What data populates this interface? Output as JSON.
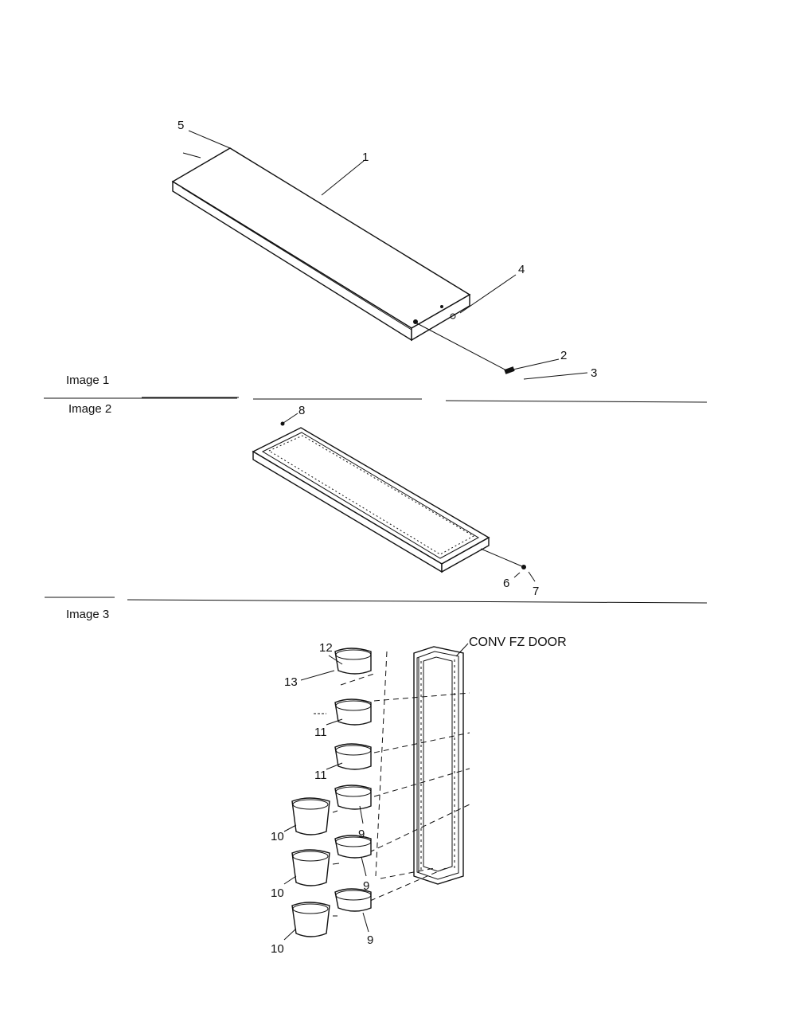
{
  "sections": {
    "image1": "Image 1",
    "image2": "Image 2",
    "image3": "Image 3"
  },
  "parts": {
    "p1": "1",
    "p2": "2",
    "p3": "3",
    "p4": "4",
    "p5": "5",
    "p6": "6",
    "p7": "7",
    "p8": "8",
    "p9a": "9",
    "p9b": "9",
    "p9c": "9",
    "p10a": "10",
    "p10b": "10",
    "p10c": "10",
    "p11a": "11",
    "p11b": "11",
    "p12": "12",
    "p13": "13"
  },
  "door_label": "CONV FZ DOOR"
}
